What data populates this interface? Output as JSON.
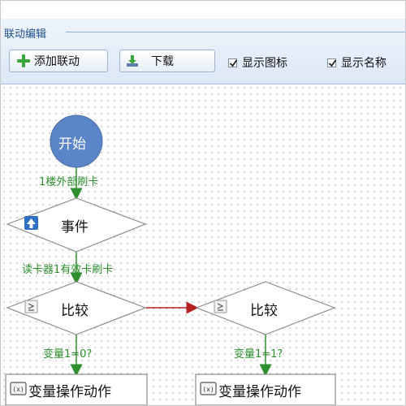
{
  "panel": {
    "title": "联动编辑"
  },
  "toolbar": {
    "add_label": "添加联动",
    "download_label": "下载",
    "show_icons_label": "显示图标",
    "show_icons_checked": true,
    "show_names_label": "显示名称",
    "show_names_checked": true
  },
  "flow": {
    "start_label": "开始",
    "event_label": "事件",
    "compare_left_label": "比较",
    "compare_right_label": "比较",
    "action_left_label": "变量操作动作",
    "action_right_label": "变量操作动作",
    "edge_start_event": "1楼外部刷卡",
    "edge_event_compare": "读卡器1有效卡刷卡",
    "edge_compare_left_action": "变量1=0?",
    "edge_compare_right_action": "变量1=1?"
  },
  "icons": {
    "add": "plus-icon",
    "download": "download-icon",
    "event_node": "event-trigger-icon",
    "compare_node": "compare-icon",
    "action_node": "variable-action-icon"
  },
  "colors": {
    "start_node": "#5a85c8",
    "edge_green": "#2d8f2d",
    "edge_red": "#b52020",
    "panel_title": "#1f4f8f"
  }
}
